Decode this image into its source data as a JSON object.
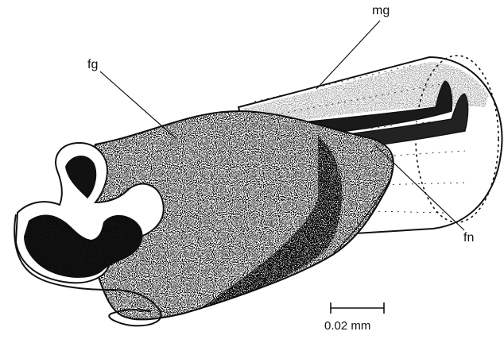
{
  "labels": {
    "mg": "mg",
    "fg": "fg",
    "fn": "fn"
  },
  "scale_bar": {
    "text": "0.02 mm"
  },
  "colors": {
    "ink": "#111111",
    "background": "#ffffff"
  }
}
